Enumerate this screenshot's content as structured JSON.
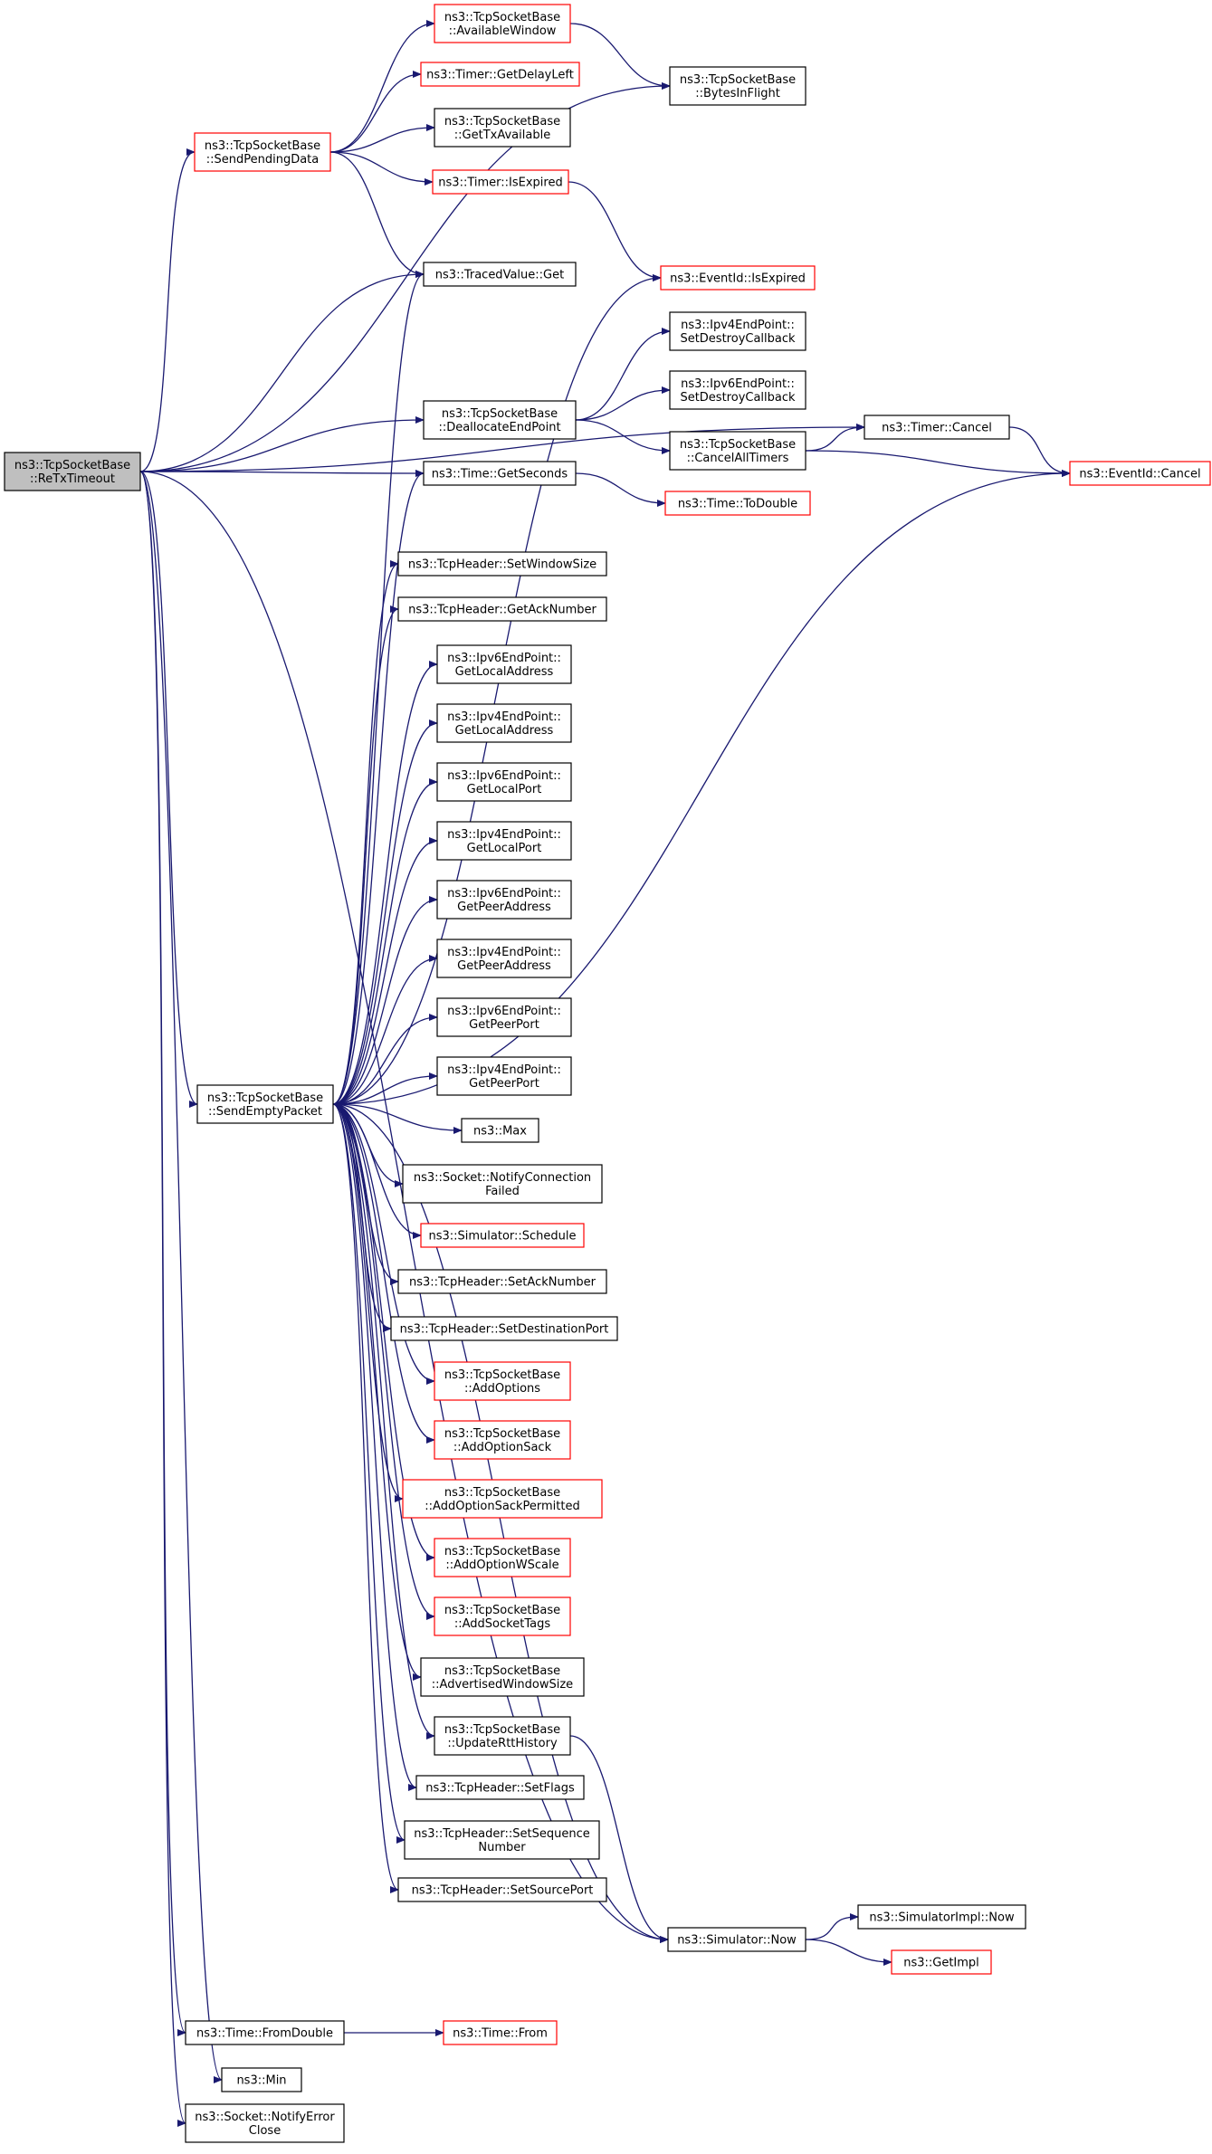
{
  "colors": {
    "edge": "#191970",
    "node_border_default": "#000000",
    "node_border_truncated": "#ff0000",
    "node_fill_root": "#bfbfbf",
    "node_fill": "#ffffff"
  },
  "nodes": [
    {
      "id": "retx",
      "lines": [
        "ns3::TcpSocketBase",
        "::ReTxTimeout"
      ],
      "root": true
    },
    {
      "id": "sendpending",
      "lines": [
        "ns3::TcpSocketBase",
        "::SendPendingData"
      ],
      "truncated": true
    },
    {
      "id": "availwin",
      "lines": [
        "ns3::TcpSocketBase",
        "::AvailableWindow"
      ],
      "truncated": true
    },
    {
      "id": "delayleft",
      "lines": [
        "ns3::Timer::GetDelayLeft"
      ],
      "truncated": true
    },
    {
      "id": "gettx",
      "lines": [
        "ns3::TcpSocketBase",
        "::GetTxAvailable"
      ]
    },
    {
      "id": "timerexp",
      "lines": [
        "ns3::Timer::IsExpired"
      ],
      "truncated": true
    },
    {
      "id": "bytesinflight",
      "lines": [
        "ns3::TcpSocketBase",
        "::BytesInFlight"
      ]
    },
    {
      "id": "tracedget",
      "lines": [
        "ns3::TracedValue::Get"
      ]
    },
    {
      "id": "eventexp",
      "lines": [
        "ns3::EventId::IsExpired"
      ],
      "truncated": true
    },
    {
      "id": "ipv4sdc",
      "lines": [
        "ns3::Ipv4EndPoint::",
        "SetDestroyCallback"
      ]
    },
    {
      "id": "ipv6sdc",
      "lines": [
        "ns3::Ipv6EndPoint::",
        "SetDestroyCallback"
      ]
    },
    {
      "id": "dealloc",
      "lines": [
        "ns3::TcpSocketBase",
        "::DeallocateEndPoint"
      ]
    },
    {
      "id": "cancelall",
      "lines": [
        "ns3::TcpSocketBase",
        "::CancelAllTimers"
      ]
    },
    {
      "id": "timercancel",
      "lines": [
        "ns3::Timer::Cancel"
      ]
    },
    {
      "id": "eventcancel",
      "lines": [
        "ns3::EventId::Cancel"
      ],
      "truncated": true
    },
    {
      "id": "getseconds",
      "lines": [
        "ns3::Time::GetSeconds"
      ]
    },
    {
      "id": "todouble",
      "lines": [
        "ns3::Time::ToDouble"
      ],
      "truncated": true
    },
    {
      "id": "setwin",
      "lines": [
        "ns3::TcpHeader::SetWindowSize"
      ]
    },
    {
      "id": "getack",
      "lines": [
        "ns3::TcpHeader::GetAckNumber"
      ]
    },
    {
      "id": "ipv6gla",
      "lines": [
        "ns3::Ipv6EndPoint::",
        "GetLocalAddress"
      ]
    },
    {
      "id": "ipv4gla",
      "lines": [
        "ns3::Ipv4EndPoint::",
        "GetLocalAddress"
      ]
    },
    {
      "id": "ipv6glp",
      "lines": [
        "ns3::Ipv6EndPoint::",
        "GetLocalPort"
      ]
    },
    {
      "id": "ipv4glp",
      "lines": [
        "ns3::Ipv4EndPoint::",
        "GetLocalPort"
      ]
    },
    {
      "id": "ipv6gpa",
      "lines": [
        "ns3::Ipv6EndPoint::",
        "GetPeerAddress"
      ]
    },
    {
      "id": "ipv4gpa",
      "lines": [
        "ns3::Ipv4EndPoint::",
        "GetPeerAddress"
      ]
    },
    {
      "id": "ipv6gpp",
      "lines": [
        "ns3::Ipv6EndPoint::",
        "GetPeerPort"
      ]
    },
    {
      "id": "ipv4gpp",
      "lines": [
        "ns3::Ipv4EndPoint::",
        "GetPeerPort"
      ]
    },
    {
      "id": "sendempty",
      "lines": [
        "ns3::TcpSocketBase",
        "::SendEmptyPacket"
      ]
    },
    {
      "id": "max",
      "lines": [
        "ns3::Max"
      ]
    },
    {
      "id": "notifyconn",
      "lines": [
        "ns3::Socket::NotifyConnection",
        "Failed"
      ]
    },
    {
      "id": "schedule",
      "lines": [
        "ns3::Simulator::Schedule"
      ],
      "truncated": true
    },
    {
      "id": "setack",
      "lines": [
        "ns3::TcpHeader::SetAckNumber"
      ]
    },
    {
      "id": "setdest",
      "lines": [
        "ns3::TcpHeader::SetDestinationPort"
      ]
    },
    {
      "id": "addopt",
      "lines": [
        "ns3::TcpSocketBase",
        "::AddOptions"
      ],
      "truncated": true
    },
    {
      "id": "addsack",
      "lines": [
        "ns3::TcpSocketBase",
        "::AddOptionSack"
      ],
      "truncated": true
    },
    {
      "id": "addsackperm",
      "lines": [
        "ns3::TcpSocketBase",
        "::AddOptionSackPermitted"
      ],
      "truncated": true
    },
    {
      "id": "addwscale",
      "lines": [
        "ns3::TcpSocketBase",
        "::AddOptionWScale"
      ],
      "truncated": true
    },
    {
      "id": "addtags",
      "lines": [
        "ns3::TcpSocketBase",
        "::AddSocketTags"
      ],
      "truncated": true
    },
    {
      "id": "advwin",
      "lines": [
        "ns3::TcpSocketBase",
        "::AdvertisedWindowSize"
      ]
    },
    {
      "id": "updrtt",
      "lines": [
        "ns3::TcpSocketBase",
        "::UpdateRttHistory"
      ]
    },
    {
      "id": "setflags",
      "lines": [
        "ns3::TcpHeader::SetFlags"
      ]
    },
    {
      "id": "setseq",
      "lines": [
        "ns3::TcpHeader::SetSequence",
        "Number"
      ]
    },
    {
      "id": "setsrc",
      "lines": [
        "ns3::TcpHeader::SetSourcePort"
      ]
    },
    {
      "id": "simnow",
      "lines": [
        "ns3::Simulator::Now"
      ]
    },
    {
      "id": "implnow",
      "lines": [
        "ns3::SimulatorImpl::Now"
      ]
    },
    {
      "id": "getimpl",
      "lines": [
        "ns3::GetImpl"
      ],
      "truncated": true
    },
    {
      "id": "fromdouble",
      "lines": [
        "ns3::Time::FromDouble"
      ]
    },
    {
      "id": "from",
      "lines": [
        "ns3::Time::From"
      ],
      "truncated": true
    },
    {
      "id": "min",
      "lines": [
        "ns3::Min"
      ]
    },
    {
      "id": "notifyerr",
      "lines": [
        "ns3::Socket::NotifyError",
        "Close"
      ]
    }
  ],
  "edges": [
    [
      "retx",
      "sendpending"
    ],
    [
      "retx",
      "bytesinflight"
    ],
    [
      "retx",
      "tracedget"
    ],
    [
      "retx",
      "timercancel"
    ],
    [
      "retx",
      "dealloc"
    ],
    [
      "retx",
      "getseconds"
    ],
    [
      "retx",
      "sendempty"
    ],
    [
      "retx",
      "simnow"
    ],
    [
      "retx",
      "fromdouble"
    ],
    [
      "retx",
      "min"
    ],
    [
      "retx",
      "notifyerr"
    ],
    [
      "sendpending",
      "availwin"
    ],
    [
      "sendpending",
      "delayleft"
    ],
    [
      "sendpending",
      "gettx"
    ],
    [
      "sendpending",
      "timerexp"
    ],
    [
      "sendpending",
      "tracedget"
    ],
    [
      "availwin",
      "bytesinflight"
    ],
    [
      "timerexp",
      "eventexp"
    ],
    [
      "dealloc",
      "ipv4sdc"
    ],
    [
      "dealloc",
      "ipv6sdc"
    ],
    [
      "dealloc",
      "cancelall"
    ],
    [
      "cancelall",
      "timercancel"
    ],
    [
      "cancelall",
      "eventcancel"
    ],
    [
      "timercancel",
      "eventcancel"
    ],
    [
      "getseconds",
      "todouble"
    ],
    [
      "sendempty",
      "tracedget"
    ],
    [
      "sendempty",
      "eventexp"
    ],
    [
      "sendempty",
      "getseconds"
    ],
    [
      "sendempty",
      "eventcancel"
    ],
    [
      "sendempty",
      "setwin"
    ],
    [
      "sendempty",
      "getack"
    ],
    [
      "sendempty",
      "ipv6gla"
    ],
    [
      "sendempty",
      "ipv4gla"
    ],
    [
      "sendempty",
      "ipv6glp"
    ],
    [
      "sendempty",
      "ipv4glp"
    ],
    [
      "sendempty",
      "ipv6gpa"
    ],
    [
      "sendempty",
      "ipv4gpa"
    ],
    [
      "sendempty",
      "ipv6gpp"
    ],
    [
      "sendempty",
      "ipv4gpp"
    ],
    [
      "sendempty",
      "max"
    ],
    [
      "sendempty",
      "notifyconn"
    ],
    [
      "sendempty",
      "schedule"
    ],
    [
      "sendempty",
      "setack"
    ],
    [
      "sendempty",
      "setdest"
    ],
    [
      "sendempty",
      "addopt"
    ],
    [
      "sendempty",
      "addsack"
    ],
    [
      "sendempty",
      "addsackperm"
    ],
    [
      "sendempty",
      "addwscale"
    ],
    [
      "sendempty",
      "addtags"
    ],
    [
      "sendempty",
      "advwin"
    ],
    [
      "sendempty",
      "updrtt"
    ],
    [
      "sendempty",
      "setflags"
    ],
    [
      "sendempty",
      "setseq"
    ],
    [
      "sendempty",
      "setsrc"
    ],
    [
      "sendempty",
      "simnow"
    ],
    [
      "updrtt",
      "simnow"
    ],
    [
      "simnow",
      "implnow"
    ],
    [
      "simnow",
      "getimpl"
    ],
    [
      "fromdouble",
      "from"
    ]
  ]
}
